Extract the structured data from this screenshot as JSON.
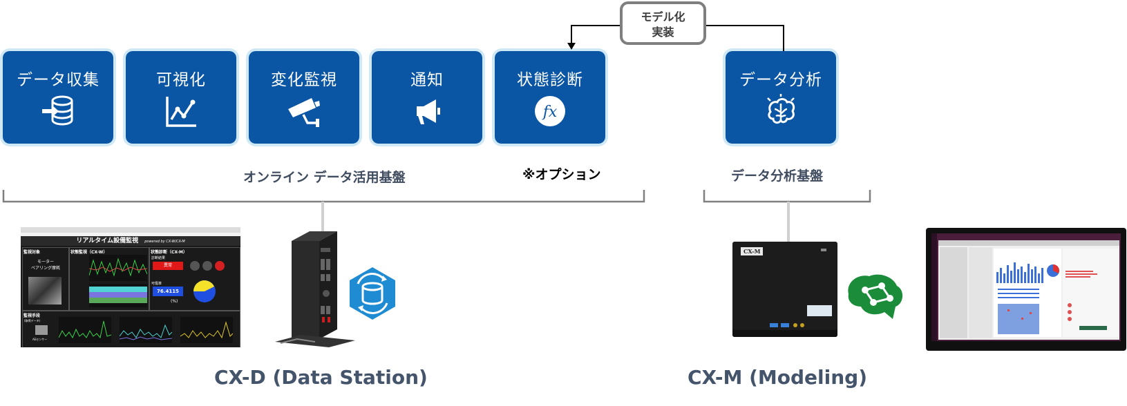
{
  "tiles": [
    {
      "label": "データ収集",
      "icon": "database-import-icon"
    },
    {
      "label": "可視化",
      "icon": "line-chart-icon"
    },
    {
      "label": "変化監視",
      "icon": "security-camera-icon"
    },
    {
      "label": "通知",
      "icon": "megaphone-icon"
    },
    {
      "label": "状態診断",
      "icon": "fx-function-icon"
    },
    {
      "label": "データ分析",
      "icon": "brain-icon"
    }
  ],
  "model_box": {
    "line1": "モデル化",
    "line2": "実装"
  },
  "groups": {
    "online": "オンライン データ活用基盤",
    "option": "※オプション",
    "analysis": "データ分析基盤"
  },
  "products": {
    "cxd": "CX-D (Data Station)",
    "cxm": "CX-M (Modeling)"
  },
  "dashboard": {
    "title": "リアルタイム設備監視",
    "powered": "powered by CX-W/CX-M",
    "target_header": "監視対象",
    "target_name1": "モーター",
    "target_name2": "ベアリング摩耗",
    "cxw_header": "状態監視（CX-W）",
    "cxm_header": "状態診断（CX-M）",
    "result_label": "診断結果",
    "alert": "異常",
    "rate_label": "可傷率",
    "rate_value": "76.4115",
    "rate_unit": "(%)",
    "means_header": "監視手段",
    "means_sub": "(取得データ)",
    "sensor": "AEセンサー"
  },
  "device_label": "CX-M",
  "colors": {
    "tile_blue": "#0a56a4",
    "tile_glow": "#cfe8f6",
    "text_dark": "#44546a",
    "cxd_icon_blue": "#1e8bd3",
    "brain_green": "#1a8c3a"
  }
}
